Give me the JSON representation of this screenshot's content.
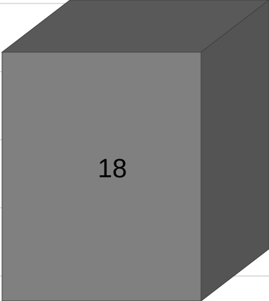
{
  "chart_data": {
    "type": "bar",
    "style": "3d-column",
    "categories": [
      ""
    ],
    "values": [
      18
    ],
    "data_labels": [
      "18"
    ],
    "grid": true,
    "colors": {
      "front": "#808080",
      "top": "#595959",
      "side": "#545454",
      "edge": "#3f3f3f",
      "gridline": "#bfbfbf",
      "background": "#ffffff"
    }
  }
}
